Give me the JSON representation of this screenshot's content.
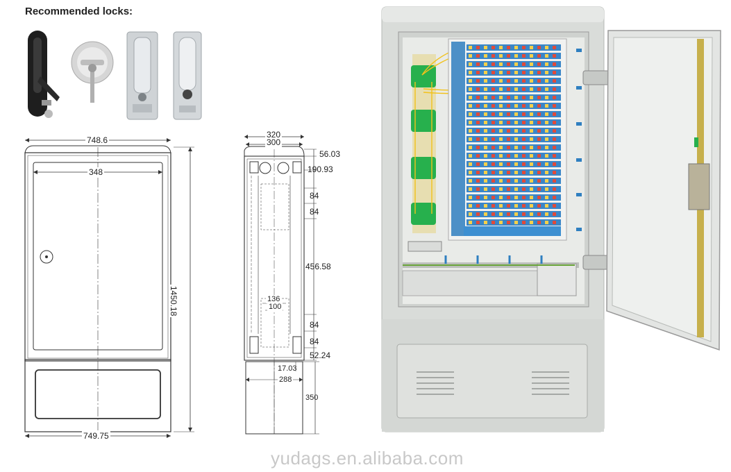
{
  "heading": "Recommended locks:",
  "front_view": {
    "width_top": "748.6",
    "inner_width": "348",
    "height": "1450.18",
    "width_bottom": "749.75"
  },
  "side_view": {
    "width_outer": "320",
    "width_inner": "300",
    "top_offset": "56.03",
    "first_row": "190.93",
    "spacing_a": "84",
    "spacing_b": "84",
    "middle": "456.58",
    "inner_a": "136",
    "inner_b": "100",
    "spacing_c": "84",
    "spacing_d": "84",
    "bottom_offset": "52.24",
    "base_offset": "17.03",
    "base_width": "288",
    "base_height": "350"
  },
  "lock_icons": [
    "black-swing-handle-lock-icon",
    "round-key-lock-icon",
    "chrome-swing-handle-lock-icon",
    "chrome-push-handle-lock-icon"
  ],
  "watermark": "yudags.en.alibaba.com",
  "colors": {
    "cabinet": "#d9dcd9",
    "fiber": "#f2c21b",
    "adapter": "#2f7fc0",
    "tray_clip": "#27b04d"
  }
}
